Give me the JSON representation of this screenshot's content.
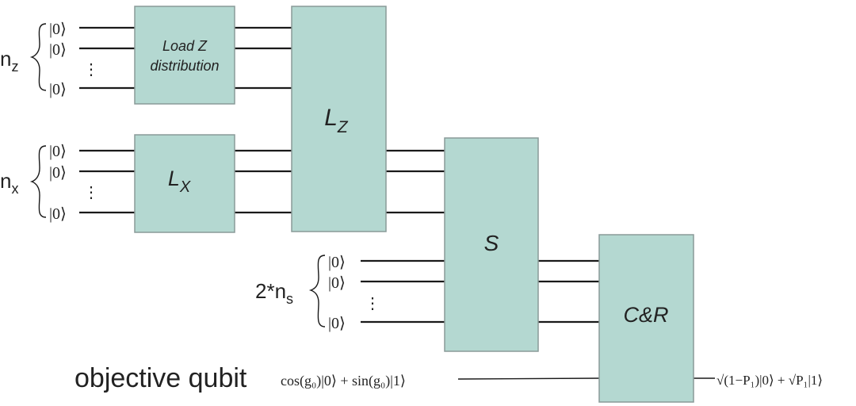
{
  "registers": {
    "z": {
      "label_main": "n",
      "label_sub": "z",
      "ket_top": "|0⟩",
      "ket_mid": "|0⟩",
      "ket_bottom": "|0⟩",
      "ellipsis": "⋮"
    },
    "x": {
      "label_main": "n",
      "label_sub": "x",
      "ket_top": "|0⟩",
      "ket_mid": "|0⟩",
      "ket_bottom": "|0⟩",
      "ellipsis": "⋮"
    },
    "s": {
      "label_main": "2*n",
      "label_sub": "s",
      "ket_top": "|0⟩",
      "ket_mid": "|0⟩",
      "ket_bottom": "|0⟩",
      "ellipsis": "⋮"
    }
  },
  "gates": {
    "load_z": {
      "line1": "Load Z",
      "line2": "distribution"
    },
    "lx": {
      "main": "L",
      "sub": "X"
    },
    "lz": {
      "main": "L",
      "sub": "Z"
    },
    "s": {
      "label": "S"
    },
    "cr": {
      "label": "C&R"
    }
  },
  "objective": {
    "label": "objective qubit",
    "input_state": "cos(g₀)|0⟩ + sin(g₀)|1⟩",
    "output_state": "√(1−P₁)|0⟩ + √P₁|1⟩"
  },
  "colors": {
    "gate_fill": "#b4d8d1",
    "gate_border": "#8a9a98",
    "wire": "#1a1a1a"
  }
}
